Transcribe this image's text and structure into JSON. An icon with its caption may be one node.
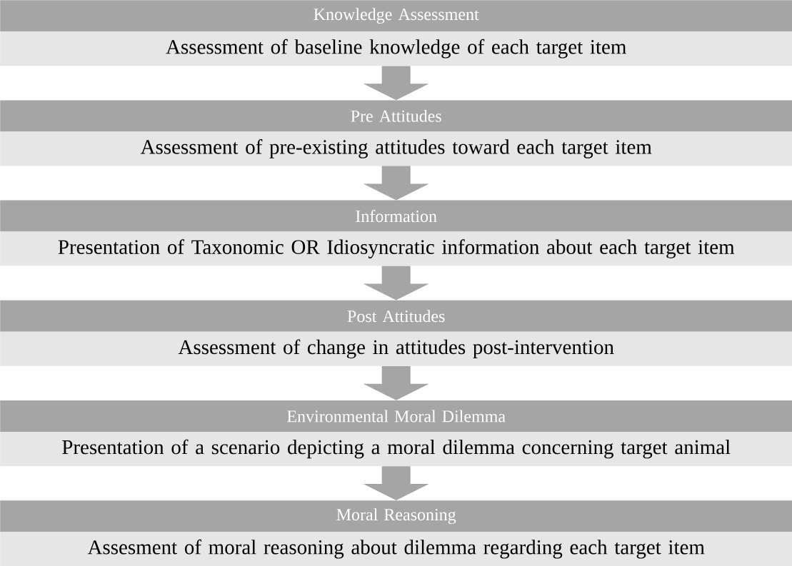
{
  "diagram": {
    "nodes": [
      {
        "text": [
          "Knowledge Assessment"
        ]
      },
      {
        "text": [
          "Assessment of baseline knowledge of each target item"
        ]
      },
      {
        "text": [
          "Pre Attitudes"
        ]
      },
      {
        "text": [
          "Assessment of pre-existing attitudes toward each target item"
        ]
      },
      {
        "text": [
          "Information"
        ]
      },
      {
        "text": [
          "Presentation of Taxonomic OR Idiosyncratic information about each target item"
        ]
      },
      {
        "text": [
          "Post Attitudes"
        ]
      },
      {
        "text": [
          "Assessment of change in attitudes post-intervention"
        ]
      },
      {
        "text": [
          "Environmental Moral Dilemma"
        ]
      },
      {
        "text": [
          "Presentation of a scenario depicting a moral dilemma concerning target animal"
        ]
      },
      {
        "text": [
          "Moral Reasoning"
        ]
      },
      {
        "text": [
          "Assesment of moral reasoning about dilemma regarding each target item"
        ]
      }
    ],
    "edges": [
      {
        "from": 1,
        "to": 2,
        "arrow": "to"
      },
      {
        "from": 3,
        "to": 4,
        "arrow": "to"
      },
      {
        "from": 5,
        "to": 6,
        "arrow": "to"
      },
      {
        "from": 7,
        "to": 8,
        "arrow": "to"
      },
      {
        "from": 9,
        "to": 10,
        "arrow": "to"
      }
    ]
  }
}
